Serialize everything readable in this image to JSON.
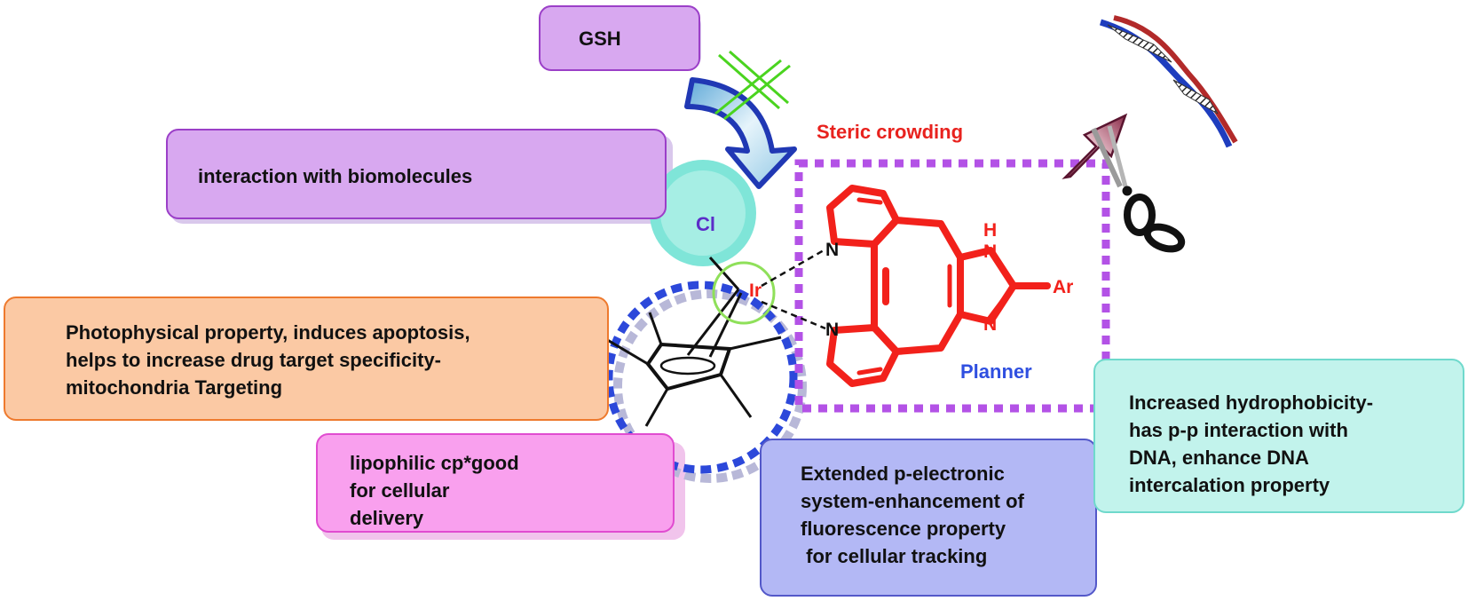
{
  "boxes": {
    "gsh": "GSH",
    "biomolecules": "interaction with biomolecules",
    "photophysical": "Photophysical property, induces apoptosis,\nhelps to increase drug target specificity-\nmitochondria Targeting",
    "lipophilic": "lipophilic cp*good\nfor cellular\ndelivery",
    "extended": "Extended p-electronic\nsystem-enhancement of\nfluorescence property\n for cellular tracking",
    "hydrophobicity": "Increased hydrophobicity-\nhas p-p interaction with\nDNA, enhance DNA\nintercalation property"
  },
  "labels": {
    "steric": "Steric crowding",
    "planner": "Planner",
    "cl": "Cl",
    "ir": "Ir",
    "n1": "N",
    "n2": "N",
    "n3": "N",
    "n4": "N",
    "h": "H",
    "ar": "Ar"
  },
  "colors": {
    "purple_box": "#D8A8F0",
    "purple_border": "#9B3FC8",
    "orange_box": "#FBC9A4",
    "orange_border": "#EE7A2E",
    "pink_box": "#F9A0EE",
    "pink_border": "#E04CD0",
    "blue_box": "#B3B8F5",
    "blue_border": "#5358C9",
    "teal_box": "#C2F3EC",
    "teal_border": "#6FD9CC",
    "ligand_red": "#F2211B",
    "steric_text": "#E8221E",
    "planner_text": "#2F4FE0",
    "cl_text": "#5B2DC8",
    "dotted_box": "#B352E6",
    "cp_ring": "#2C48DA"
  }
}
